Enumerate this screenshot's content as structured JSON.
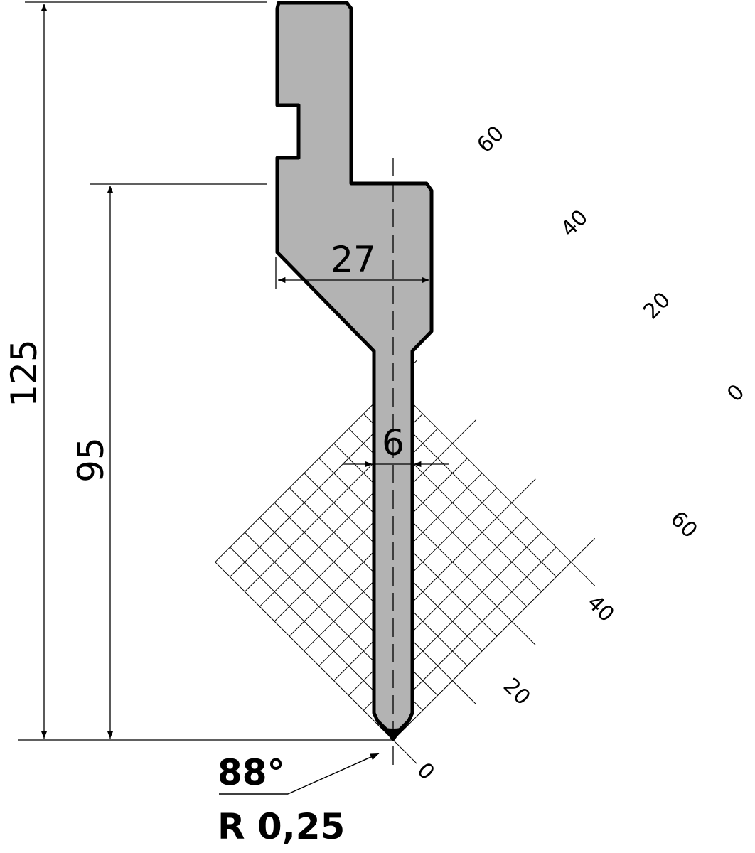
{
  "dimensions": {
    "total_height": "125",
    "working_height": "95",
    "shoulder_width": "27",
    "blade_width": "6"
  },
  "grid_scale": {
    "left_axis_labels": [
      "0",
      "20",
      "40",
      "60"
    ],
    "right_axis_labels": [
      "0",
      "20",
      "40",
      "60"
    ],
    "origin_label": "0"
  },
  "spec": {
    "angle": "88°",
    "radius": "R 0,25"
  },
  "colors": {
    "profile_fill": "#b3b3b3",
    "outline": "#000000",
    "grid": "#000000",
    "background": "#ffffff"
  }
}
